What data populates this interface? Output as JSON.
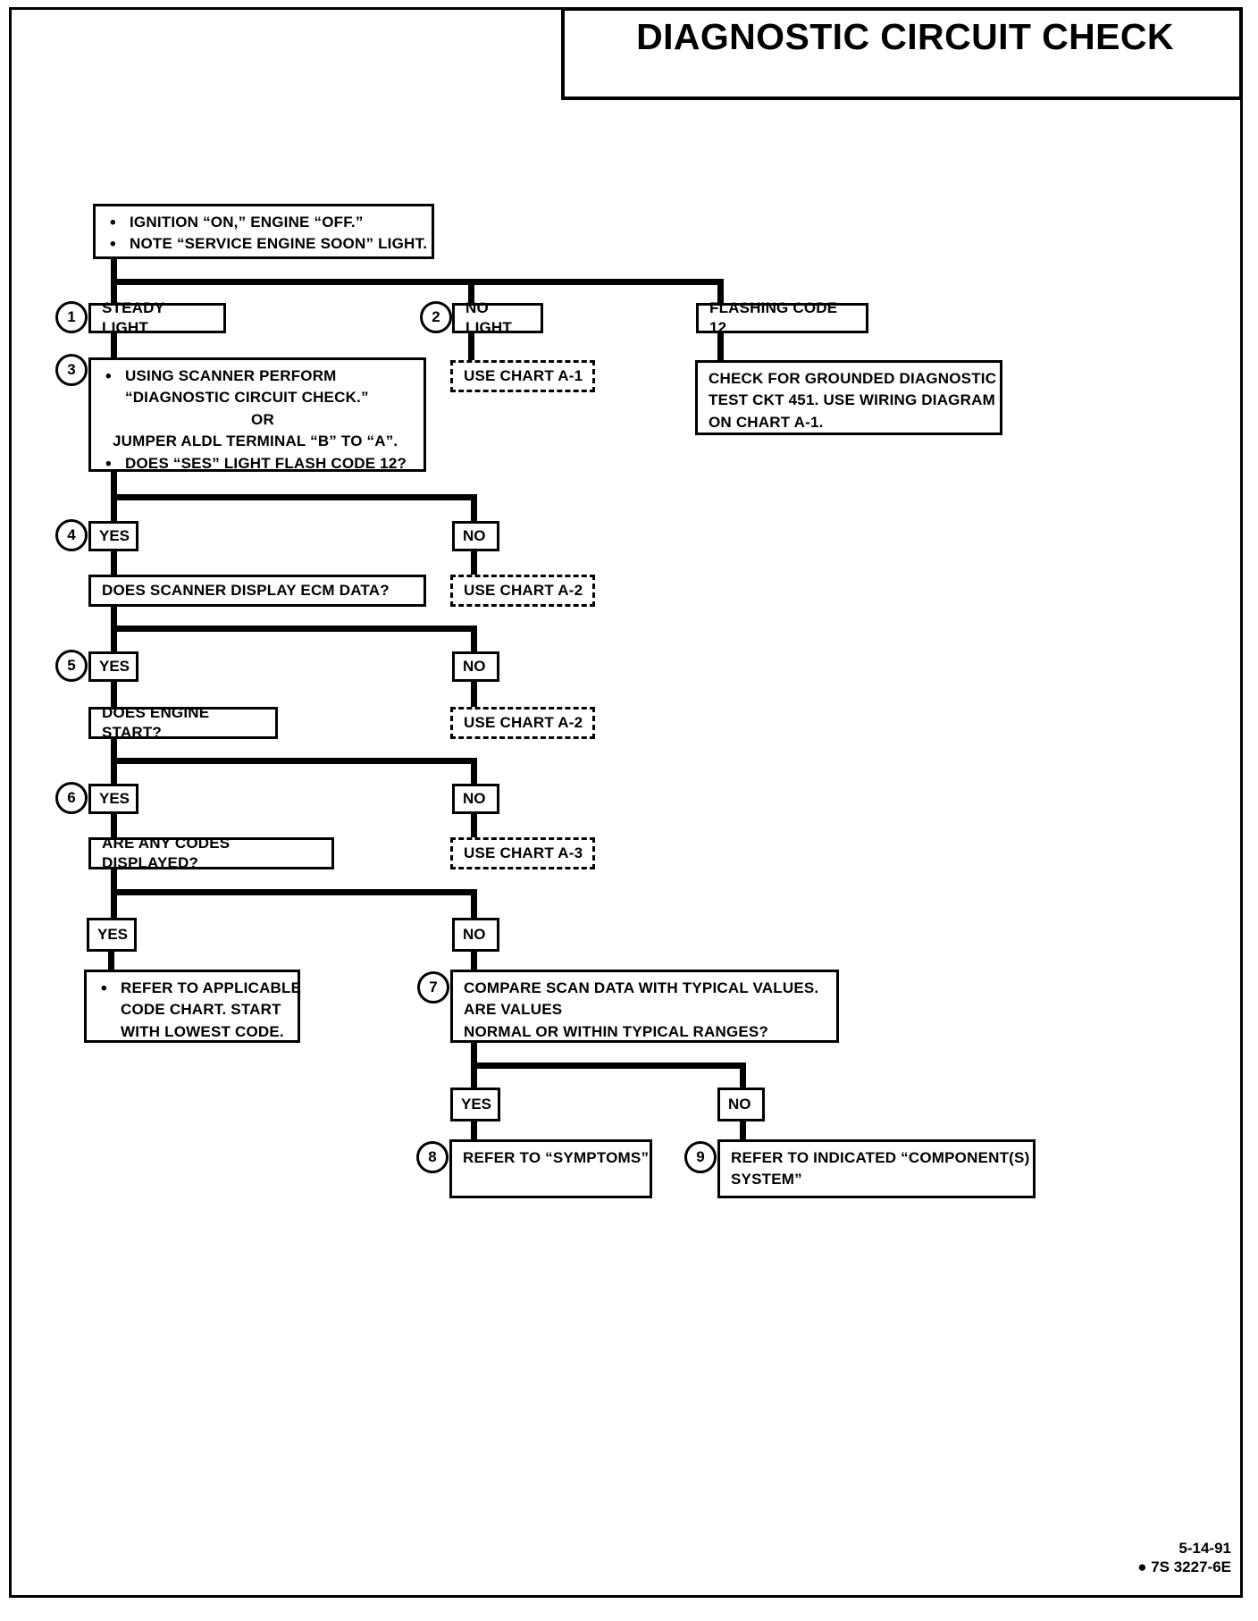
{
  "document": {
    "title": "DIAGNOSTIC CIRCUIT CHECK"
  },
  "flowchart": {
    "start_box": {
      "bullets": [
        "IGNITION “ON,” ENGINE  “OFF.”",
        "NOTE “SERVICE ENGINE SOON” LIGHT."
      ]
    },
    "branch_row_1": {
      "steady_light": {
        "number": "1",
        "label": "STEADY LIGHT"
      },
      "no_light": {
        "number": "2",
        "label": "NO LIGHT"
      },
      "flashing_code_12": {
        "label": "FLASHING CODE 12"
      }
    },
    "use_chart_a1": {
      "label": "USE CHART A-1"
    },
    "grounded_check": {
      "lines": [
        "CHECK FOR GROUNDED DIAGNOSTIC",
        "TEST CKT 451.  USE WIRING DIAGRAM",
        "ON CHART A-1."
      ]
    },
    "step3": {
      "number": "3",
      "line1": "USING  SCANNER  PERFORM",
      "line2": "“DIAGNOSTIC CIRCUIT CHECK.”",
      "line3": "OR",
      "line4": "JUMPER ALDL TERMINAL “B” TO “A”.",
      "line5": "DOES “SES” LIGHT FLASH CODE 12?"
    },
    "step4": {
      "number": "4",
      "yes": "YES",
      "no": "NO",
      "question": "DOES SCANNER  DISPLAY ECM DATA?",
      "no_target": "USE CHART A-2"
    },
    "step5": {
      "number": "5",
      "yes": "YES",
      "no": "NO",
      "question": "DOES ENGINE START?",
      "no_target": "USE CHART A-2"
    },
    "step6": {
      "number": "6",
      "yes": "YES",
      "no": "NO",
      "question": "ARE ANY CODES DISPLAYED?",
      "no_target": "USE CHART A-3"
    },
    "codes_branch": {
      "yes": "YES",
      "no": "NO",
      "yes_action": {
        "line1": "REFER TO APPLICABLE",
        "line2": "CODE CHART.  START",
        "line3": "WITH LOWEST CODE."
      }
    },
    "step7": {
      "number": "7",
      "line1": "COMPARE SCAN DATA WITH TYPICAL VALUES.",
      "line2": "ARE VALUES",
      "line3": "NORMAL OR WITHIN TYPICAL RANGES?",
      "yes": "YES",
      "no": "NO"
    },
    "step8": {
      "number": "8",
      "label": "REFER TO “SYMPTOMS”"
    },
    "step9": {
      "number": "9",
      "line1": "REFER TO INDICATED “COMPONENT(S)",
      "line2": "SYSTEM”"
    }
  },
  "footer": {
    "date": "5-14-91",
    "part_number": "● 7S 3227-6E"
  }
}
